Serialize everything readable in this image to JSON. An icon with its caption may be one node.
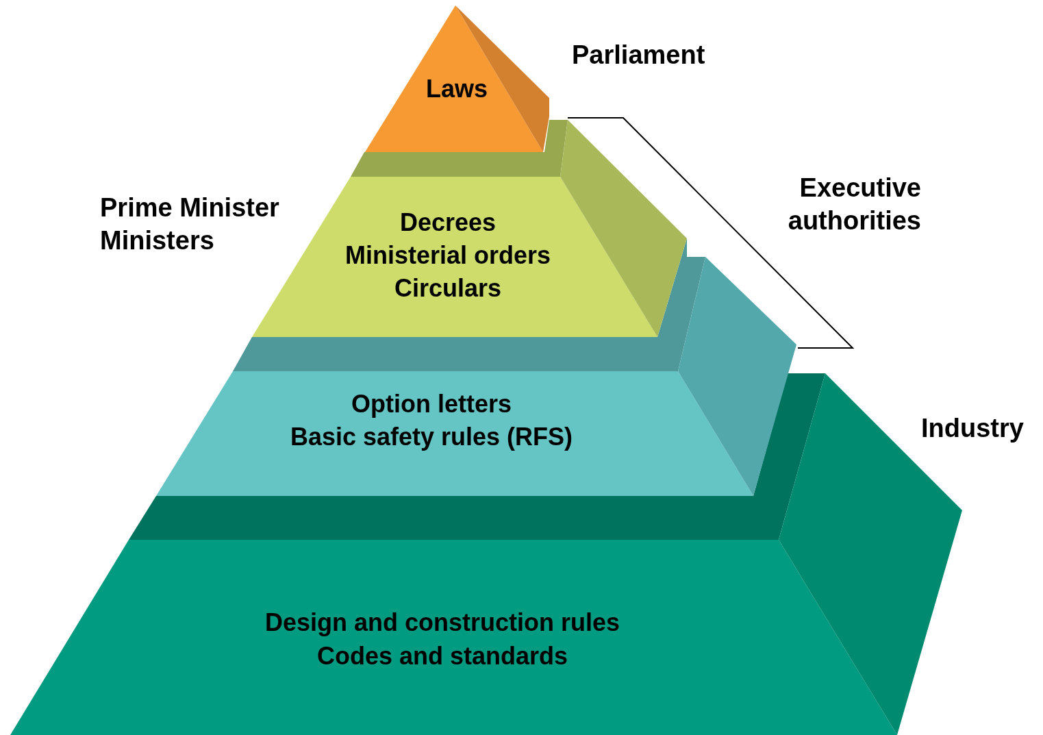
{
  "diagram": {
    "nodes": [
      {
        "text": [
          "Laws"
        ],
        "beside": [
          "Parliament"
        ]
      },
      {
        "text": [
          "Decrees",
          "Ministerial orders",
          "Circulars"
        ],
        "beside": [
          "Prime Minister",
          "Ministers"
        ]
      },
      {
        "text": [
          "Option letters",
          "Basic safety rules (RFS)"
        ]
      },
      {
        "text": [
          "Design and construction rules",
          "Codes and standards"
        ],
        "beside": [
          "Industry"
        ]
      }
    ],
    "edges": [],
    "labels": [
      "Executive authorities"
    ]
  }
}
